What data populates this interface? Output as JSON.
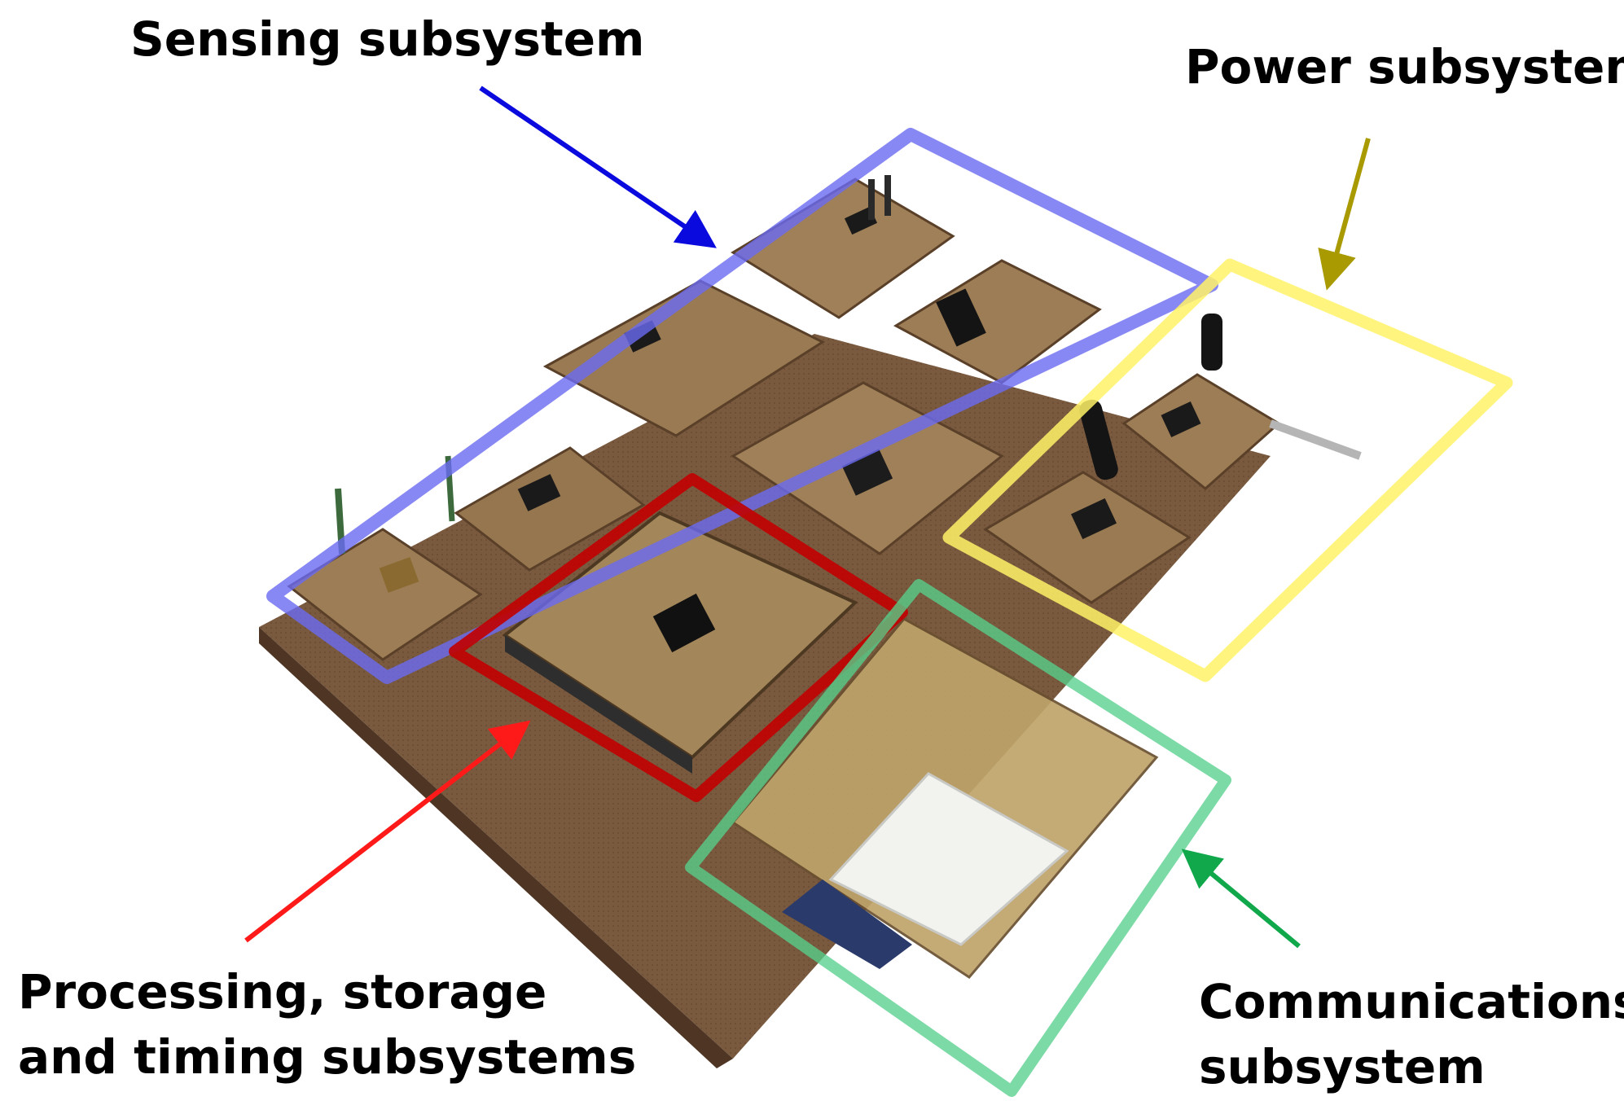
{
  "labels": {
    "sensing": "Sensing subsystem",
    "power": "Power subsystem",
    "processing_line1": "Processing, storage",
    "processing_line2": "and timing subsystems",
    "communications_line1": "Communications",
    "communications_line2": "subsystem"
  },
  "colors": {
    "sensing": "#6a6af2",
    "sensing_arrow": "#0a0adf",
    "power": "#fff266",
    "power_arrow": "#a89a00",
    "processing": "#c10000",
    "processing_arrow": "#ff1a1a",
    "communications": "#56cf8c",
    "communications_arrow": "#11a84c",
    "pcb": "#8b6a4a",
    "board": "#6f4f36"
  }
}
